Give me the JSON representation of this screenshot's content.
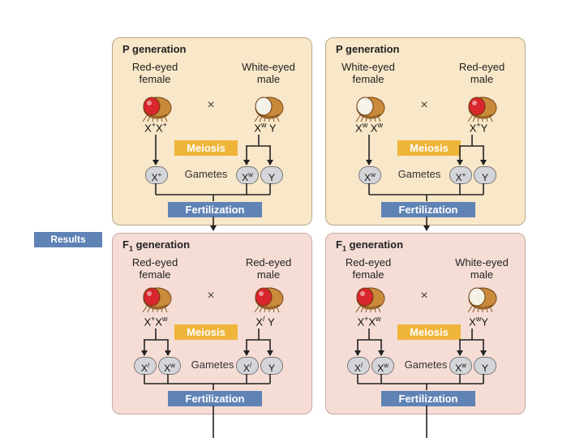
{
  "results_label": "Results",
  "panels": [
    {
      "title": "P generation",
      "left_label": [
        "Red-eyed",
        "female"
      ],
      "right_label": [
        "White-eyed",
        "male"
      ],
      "left_geno": [
        "X",
        "+",
        "X",
        "+"
      ],
      "right_geno": [
        "X",
        "w",
        " Y",
        ""
      ],
      "left_eye": "red",
      "right_eye": "white",
      "cross": "×",
      "meiosis": "Meiosis",
      "gametes_label": "Gametes",
      "left_gametes": [
        [
          "X",
          "+"
        ]
      ],
      "right_gametes": [
        [
          "X",
          "w"
        ],
        [
          "Y",
          ""
        ]
      ],
      "fertilization": "Fertilization"
    },
    {
      "title": "P generation",
      "left_label": [
        "White-eyed",
        "female"
      ],
      "right_label": [
        "Red-eyed",
        "male"
      ],
      "left_geno": [
        "X",
        "w",
        " X",
        "w"
      ],
      "right_geno": [
        "X",
        "+",
        "Y",
        ""
      ],
      "left_eye": "white",
      "right_eye": "red",
      "cross": "×",
      "meiosis": "Meiosis",
      "gametes_label": "Gametes",
      "left_gametes": [
        [
          "X",
          "w"
        ]
      ],
      "right_gametes": [
        [
          "X",
          "+"
        ],
        [
          "Y",
          ""
        ]
      ],
      "fertilization": "Fertilization"
    },
    {
      "title": "F",
      "title_sub": "1",
      "title_rest": " generation",
      "left_label": [
        "Red-eyed",
        "female"
      ],
      "right_label": [
        "Red-eyed",
        "male"
      ],
      "left_geno": [
        "X",
        "+",
        "X",
        "w"
      ],
      "right_geno": [
        "X",
        "/",
        " Y",
        ""
      ],
      "left_eye": "red",
      "right_eye": "red",
      "cross": "×",
      "meiosis": "Meiosis",
      "gametes_label": "Gametes",
      "left_gametes": [
        [
          "X",
          "/"
        ],
        [
          "X",
          "w"
        ]
      ],
      "right_gametes": [
        [
          "X",
          "/"
        ],
        [
          "Y",
          ""
        ]
      ],
      "fertilization": "Fertilization"
    },
    {
      "title": "F",
      "title_sub": "1",
      "title_rest": " generation",
      "left_label": [
        "Red-eyed",
        "female"
      ],
      "right_label": [
        "White-eyed",
        "male"
      ],
      "left_geno": [
        "X",
        "+",
        "X",
        "w"
      ],
      "right_geno": [
        "X",
        "w",
        "Y",
        ""
      ],
      "left_eye": "red",
      "right_eye": "white",
      "cross": "×",
      "meiosis": "Meiosis",
      "gametes_label": "Gametes",
      "left_gametes": [
        [
          "X",
          "/"
        ],
        [
          "X",
          "w"
        ]
      ],
      "right_gametes": [
        [
          "X",
          "w"
        ],
        [
          "Y",
          ""
        ]
      ],
      "fertilization": "Fertilization"
    }
  ],
  "colors": {
    "p_panel": "#f8e7c8",
    "f_panel": "#f5ddd6",
    "meiosis": "#efb43a",
    "fertilization": "#5f83b5",
    "gamete": "#d4d5d8",
    "red_eye": "#d8262c",
    "white_eye": "#f4f1e6",
    "fly_body": "#c98a3b"
  }
}
